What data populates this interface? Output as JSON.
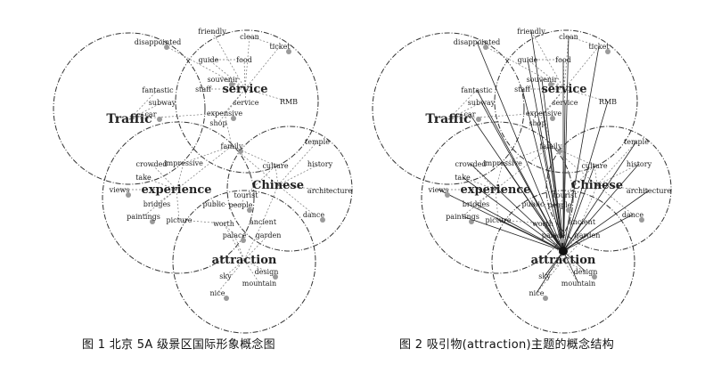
{
  "figures": [
    {
      "caption": "图 1  北京 5A 级景区国际形象概念图",
      "big_labels": [
        "service",
        "Traffic",
        "experience",
        "Chinese",
        "attraction"
      ],
      "small_labels": [
        "disappointed",
        "friendly",
        "clean",
        "ticket",
        "food",
        "guide",
        "souvenir",
        "staff",
        "service",
        "expensive",
        "shop",
        "subway",
        "car",
        "fantastic",
        "RMB",
        "family",
        "crowded",
        "take",
        "views",
        "impressive",
        "bridges",
        "paintings",
        "picture",
        "worth",
        "palace",
        "history",
        "architecture",
        "dance",
        "ancient",
        "garden",
        "design",
        "sky",
        "mountain",
        "nice",
        "temple",
        "public",
        "people",
        "tourist",
        "culture"
      ]
    },
    {
      "caption": "图 2  吸引物(attraction)主题的概念结构",
      "big_labels": [
        "service",
        "Traffic",
        "experience",
        "Chinese",
        "attraction"
      ],
      "small_labels": [
        "disappointed",
        "friendly",
        "clean",
        "ticket",
        "food",
        "guide",
        "souvenir",
        "staff",
        "service",
        "expensive",
        "shop",
        "subway",
        "car",
        "fantastic",
        "RMB",
        "family",
        "crowded",
        "take",
        "views",
        "impressive",
        "bridges",
        "paintings",
        "picture",
        "worth",
        "palace",
        "history",
        "architecture",
        "dance",
        "ancient",
        "garden",
        "design",
        "sky",
        "mountain",
        "nice",
        "temple",
        "public",
        "people",
        "tourist",
        "culture"
      ]
    }
  ]
}
